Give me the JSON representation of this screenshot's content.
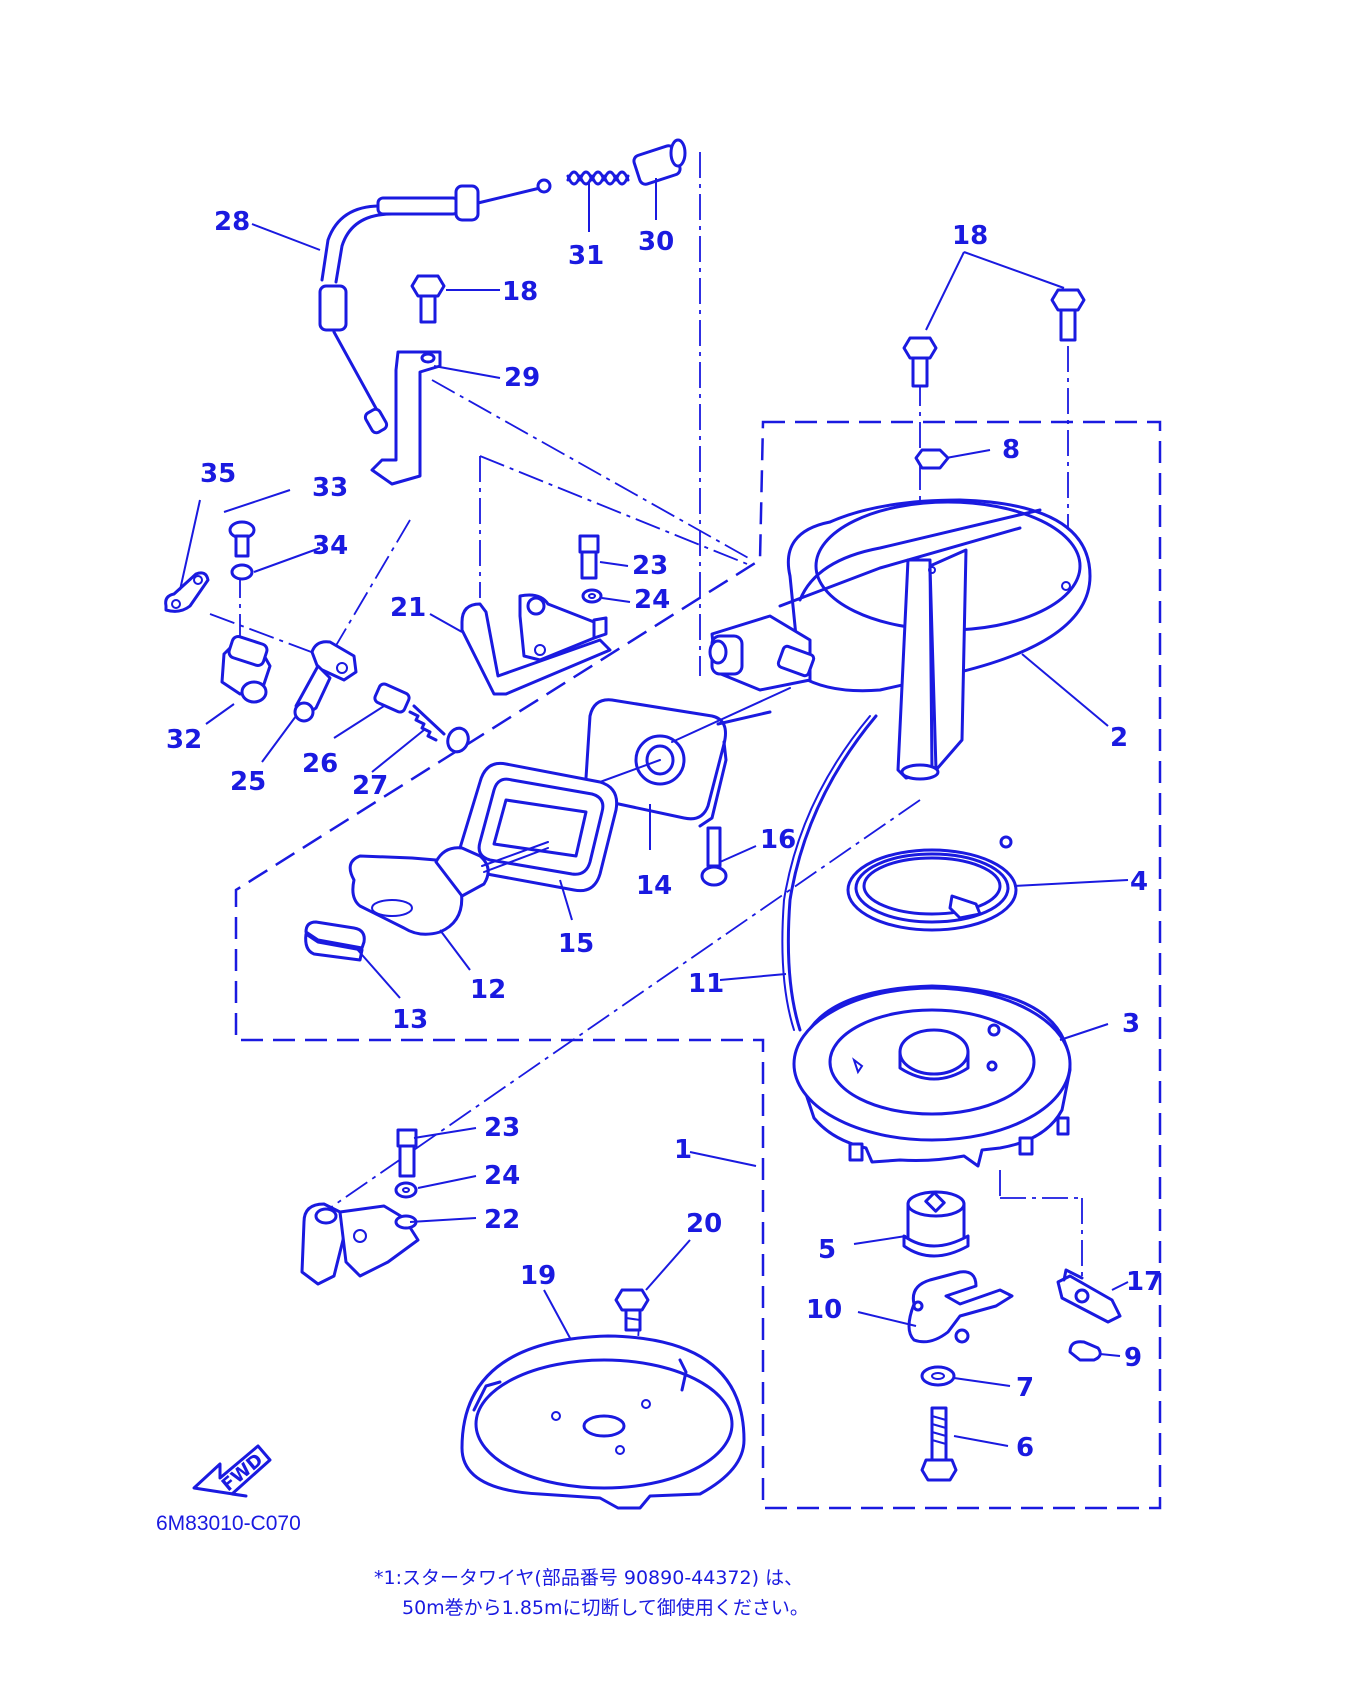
{
  "diagram_code": "6M83010-C070",
  "note": {
    "line1": "*1:スタータワイヤ(部品番号 90890-44372) は、",
    "line2": "50m巻から1.85mに切断して御使用ください。"
  },
  "fwd_label": "FWD",
  "callouts": {
    "c1": "1",
    "c2": "2",
    "c3": "3",
    "c4": "4",
    "c5": "5",
    "c6": "6",
    "c7": "7",
    "c8": "8",
    "c9": "9",
    "c10": "10",
    "c11": "11",
    "c12": "12",
    "c13": "13",
    "c14": "14",
    "c15": "15",
    "c16": "16",
    "c17": "17",
    "c18a": "18",
    "c18b": "18",
    "c19": "19",
    "c20": "20",
    "c21": "21",
    "c22": "22",
    "c23a": "23",
    "c23b": "23",
    "c24a": "24",
    "c24b": "24",
    "c25": "25",
    "c26": "26",
    "c27": "27",
    "c28": "28",
    "c29": "29",
    "c30": "30",
    "c31": "31",
    "c32": "32",
    "c33": "33",
    "c34": "34",
    "c35": "35"
  },
  "colors": {
    "line": "#1a1ae0",
    "background": "#ffffff"
  }
}
